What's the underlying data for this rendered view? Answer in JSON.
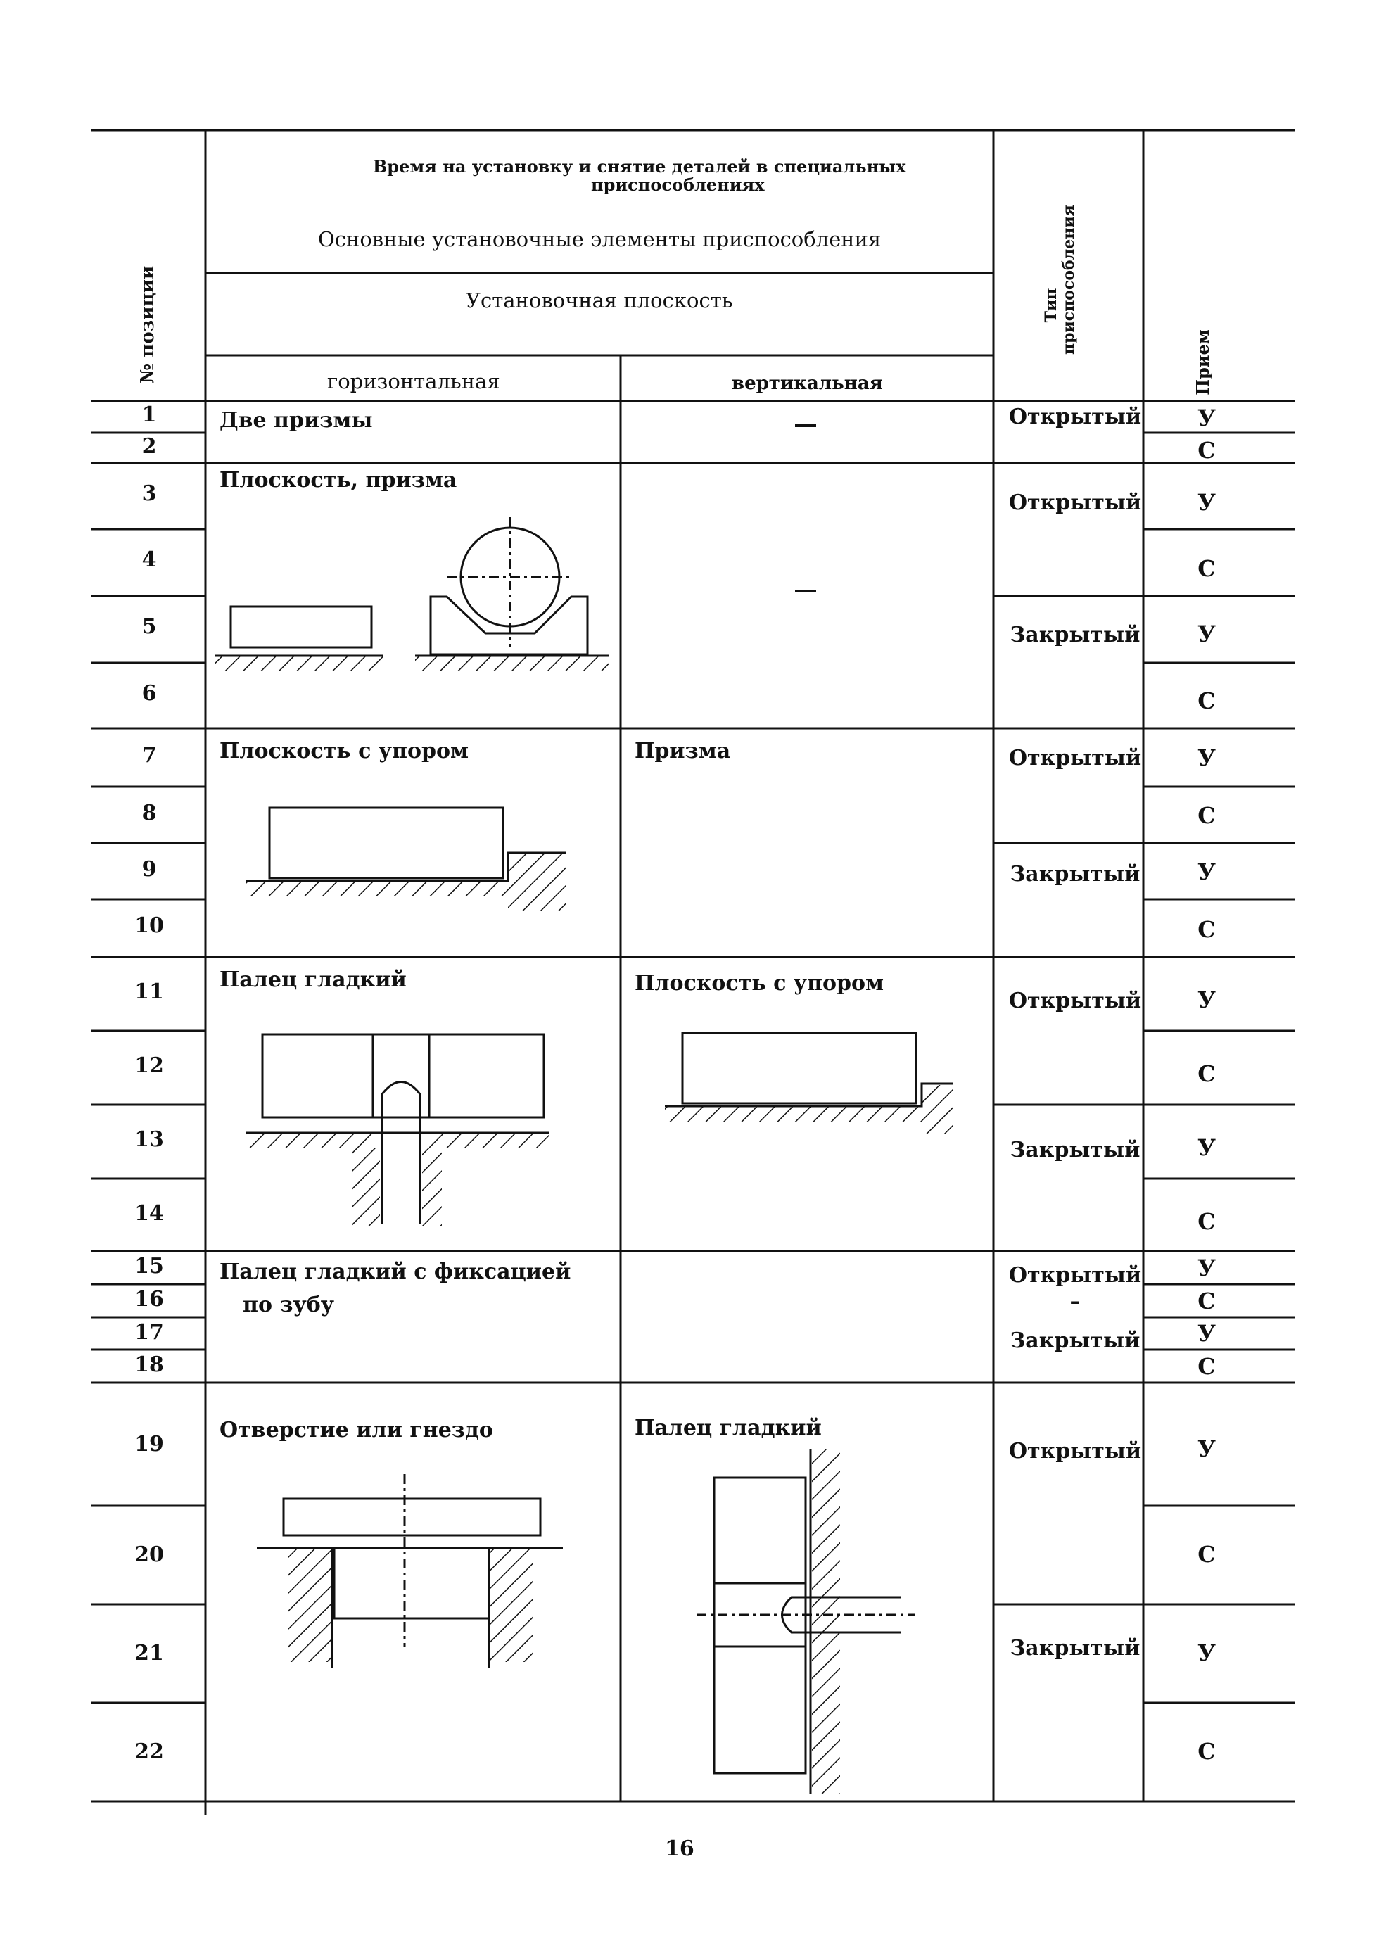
{
  "header": {
    "title_line1": "Время на установку и снятие деталей в специальных",
    "title_line2": "приспособлениях",
    "subtitle": "Основные установочные элементы приспособления",
    "plane_header": "Установочная плоскость",
    "col_horizontal": "горизонтальная",
    "col_vertical": "вертикальная",
    "col_position": "№ позиции",
    "col_fixture_type_line1": "Тип",
    "col_fixture_type_line2": "приспособления",
    "col_method": "Прием"
  },
  "rows": [
    {
      "pos": "1",
      "type": "Открытый",
      "mode": "У"
    },
    {
      "pos": "2",
      "type": "",
      "mode": "С"
    },
    {
      "pos": "3",
      "type": "Открытый",
      "mode": "У"
    },
    {
      "pos": "4",
      "type": "",
      "mode": "С"
    },
    {
      "pos": "5",
      "type": "Закрытый",
      "mode": "У"
    },
    {
      "pos": "6",
      "type": "",
      "mode": "С"
    },
    {
      "pos": "7",
      "type": "Открытый",
      "mode": "У"
    },
    {
      "pos": "8",
      "type": "",
      "mode": "С"
    },
    {
      "pos": "9",
      "type": "Закрытый",
      "mode": "У"
    },
    {
      "pos": "10",
      "type": "",
      "mode": "С"
    },
    {
      "pos": "11",
      "type": "Открытый",
      "mode": "У"
    },
    {
      "pos": "12",
      "type": "",
      "mode": "С"
    },
    {
      "pos": "13",
      "type": "Закрытый",
      "mode": "У"
    },
    {
      "pos": "14",
      "type": "",
      "mode": "С"
    },
    {
      "pos": "15",
      "type": "Открытый",
      "mode": "У"
    },
    {
      "pos": "16",
      "type": "–",
      "mode": "С"
    },
    {
      "pos": "17",
      "type": "Закрытый",
      "mode": "У"
    },
    {
      "pos": "18",
      "type": "",
      "mode": "С"
    },
    {
      "pos": "19",
      "type": "Открытый",
      "mode": "У"
    },
    {
      "pos": "20",
      "type": "",
      "mode": "С"
    },
    {
      "pos": "21",
      "type": "Закрытый",
      "mode": "У"
    },
    {
      "pos": "22",
      "type": "",
      "mode": "С"
    }
  ],
  "groups": [
    {
      "horizontal": "Две призмы",
      "vertical": "–"
    },
    {
      "horizontal": "Плоскость, призма",
      "vertical": "–"
    },
    {
      "horizontal": "Плоскость с упором",
      "vertical": "Призма"
    },
    {
      "horizontal": "Палец гладкий",
      "vertical": "Плоскость с упором"
    },
    {
      "horizontal_line1": "Палец гладкий с фиксацией",
      "horizontal_line2": "по зубу",
      "vertical": ""
    },
    {
      "horizontal": "Отверстие или гнездо",
      "vertical": "Палец гладкий"
    }
  ],
  "page_number": "16"
}
